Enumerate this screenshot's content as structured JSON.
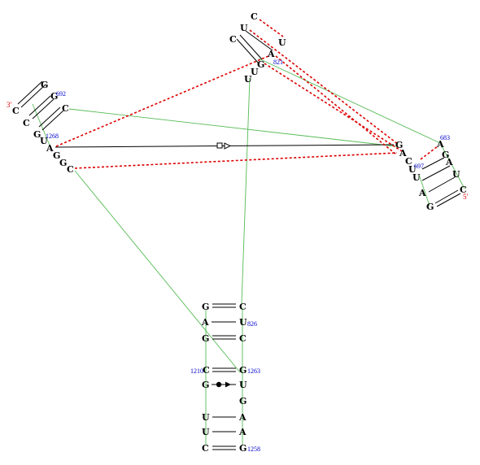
{
  "colors": {
    "base": "#000000",
    "backbone": "#55bb55",
    "tertiary": "#dd0000",
    "index": "#0000cc",
    "strand_end": "#dd0000"
  },
  "strand_ends": {
    "three_prime": "3'",
    "five_prime": "5'"
  },
  "bases": [
    {
      "id": "c_top",
      "letter": "C"
    },
    {
      "id": "u_tl",
      "letter": "U"
    },
    {
      "id": "u_tr",
      "letter": "U"
    },
    {
      "id": "c_tl",
      "letter": "C"
    },
    {
      "id": "a_821",
      "letter": "A"
    },
    {
      "id": "g_821",
      "letter": "G"
    },
    {
      "id": "u_tb1",
      "letter": "U"
    },
    {
      "id": "u_tb2",
      "letter": "U"
    },
    {
      "id": "g_l1",
      "letter": "G"
    },
    {
      "id": "g_692",
      "letter": "G"
    },
    {
      "id": "c_l2",
      "letter": "C"
    },
    {
      "id": "c_l3",
      "letter": "C"
    },
    {
      "id": "c_l4",
      "letter": "C"
    },
    {
      "id": "g_l5",
      "letter": "G"
    },
    {
      "id": "u_1268",
      "letter": "U"
    },
    {
      "id": "a_l",
      "letter": "A"
    },
    {
      "id": "g_l6",
      "letter": "G"
    },
    {
      "id": "g_l7",
      "letter": "G"
    },
    {
      "id": "c_l8",
      "letter": "C"
    },
    {
      "id": "a_683",
      "letter": "A"
    },
    {
      "id": "g_r1",
      "letter": "G"
    },
    {
      "id": "a_r2",
      "letter": "A"
    },
    {
      "id": "u_r3",
      "letter": "U"
    },
    {
      "id": "c_r4",
      "letter": "C"
    },
    {
      "id": "g_r_cent",
      "letter": "G"
    },
    {
      "id": "a_r_cent",
      "letter": "A"
    },
    {
      "id": "c_r_cent",
      "letter": "C"
    },
    {
      "id": "u_697",
      "letter": "U"
    },
    {
      "id": "u_r5",
      "letter": "U"
    },
    {
      "id": "a_r6",
      "letter": "A"
    },
    {
      "id": "g_r7",
      "letter": "G"
    },
    {
      "id": "g_b1l",
      "letter": "G"
    },
    {
      "id": "c_b1r",
      "letter": "C"
    },
    {
      "id": "a_b2l",
      "letter": "A"
    },
    {
      "id": "u_826",
      "letter": "U"
    },
    {
      "id": "g_b3l",
      "letter": "G"
    },
    {
      "id": "c_b3r",
      "letter": "C"
    },
    {
      "id": "c_1210",
      "letter": "C"
    },
    {
      "id": "g_1263",
      "letter": "G"
    },
    {
      "id": "g_b5l",
      "letter": "G"
    },
    {
      "id": "u_b5r",
      "letter": "U"
    },
    {
      "id": "g_b6r",
      "letter": "G"
    },
    {
      "id": "u_b7l",
      "letter": "U"
    },
    {
      "id": "a_b7r",
      "letter": "A"
    },
    {
      "id": "u_b8l",
      "letter": "U"
    },
    {
      "id": "a_b8r",
      "letter": "A"
    },
    {
      "id": "c_b9l",
      "letter": "C"
    },
    {
      "id": "g_1258",
      "letter": "G"
    }
  ],
  "indices": [
    {
      "id": "n821",
      "text": "821"
    },
    {
      "id": "n692",
      "text": "692"
    },
    {
      "id": "n1268",
      "text": "1268"
    },
    {
      "id": "n683",
      "text": "683"
    },
    {
      "id": "n697",
      "text": "697"
    },
    {
      "id": "n826",
      "text": "826"
    },
    {
      "id": "n1210",
      "text": "1210"
    },
    {
      "id": "n1263",
      "text": "1263"
    },
    {
      "id": "n1258",
      "text": "1258"
    }
  ]
}
